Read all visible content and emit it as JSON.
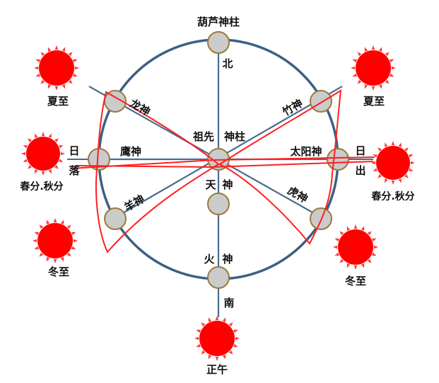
{
  "colors": {
    "ring": "#3d5f86",
    "spoke": "#4a6b8f",
    "node_fill": "#cbcbcb",
    "node_stroke": "#9a7a3a",
    "sun": "#ff0000",
    "sun_rays": "#ff3a3a",
    "annotation": "#ff1f1f"
  },
  "labels": {
    "hulu_pillar": "葫芦神柱",
    "north": "北",
    "dragon": "龙神",
    "bamboo": "竹神",
    "ancestor": "祖先",
    "god_pillar": "神柱",
    "eagle": "鹰神",
    "sun_god": "太阳神",
    "goat": "羊神",
    "tiger": "虎神",
    "sky_1": "天",
    "sky_2": "神",
    "fire_1": "火",
    "fire_2": "神",
    "south": "南",
    "sunset_1": "日",
    "sunset_2": "落",
    "sunrise_1": "日",
    "sunrise_2": "出"
  },
  "suns": {
    "summer_left": "夏至",
    "summer_right": "夏至",
    "equinox_left": "春分.秋分",
    "equinox_right": "春分.秋分",
    "winter_left": "冬至",
    "winter_right": "冬至",
    "noon": "正午"
  },
  "icons": {
    "sun": "sun-icon",
    "node": "circle-node-icon"
  }
}
